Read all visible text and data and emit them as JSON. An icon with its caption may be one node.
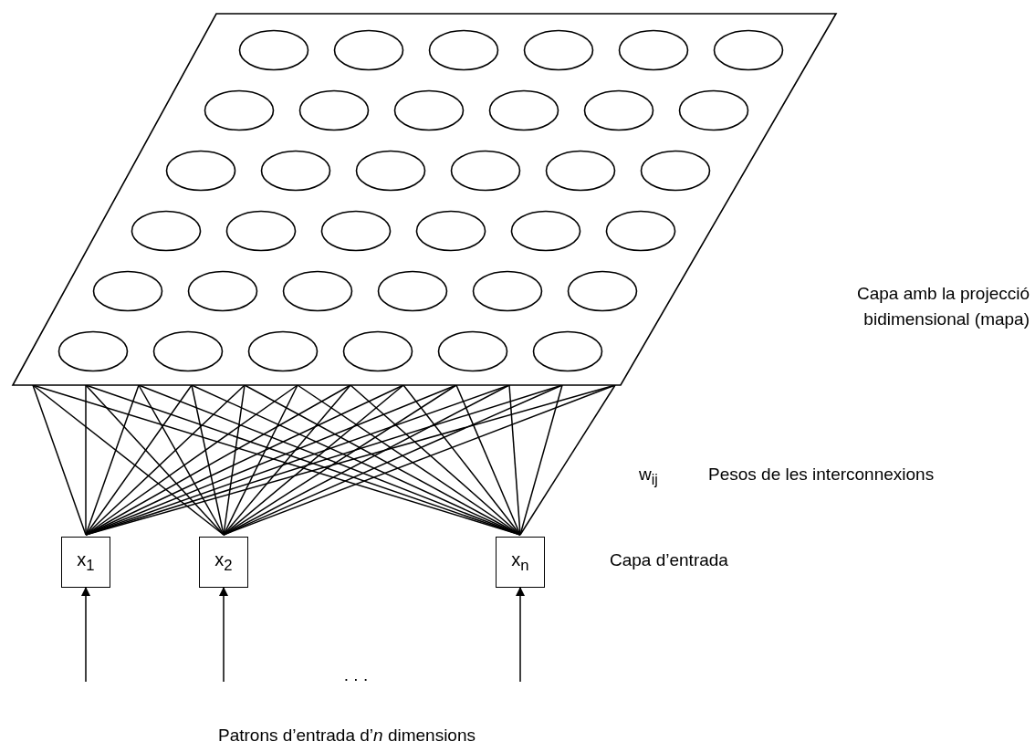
{
  "diagram": {
    "nodes": [
      {
        "text": [],
        "shape": "parallelogram"
      },
      {
        "text": [],
        "shape": "ellipse",
        "in": 0
      },
      {
        "text": [],
        "shape": "ellipse",
        "in": 0
      },
      {
        "text": [],
        "shape": "ellipse",
        "in": 0
      },
      {
        "text": [],
        "shape": "ellipse",
        "in": 0
      },
      {
        "text": [],
        "shape": "ellipse",
        "in": 0
      },
      {
        "text": [],
        "shape": "ellipse",
        "in": 0
      },
      {
        "text": [],
        "shape": "ellipse",
        "in": 0
      },
      {
        "text": [],
        "shape": "ellipse",
        "in": 0
      },
      {
        "text": [],
        "shape": "ellipse",
        "in": 0
      },
      {
        "text": [],
        "shape": "ellipse",
        "in": 0
      },
      {
        "text": [],
        "shape": "ellipse",
        "in": 0
      },
      {
        "text": [],
        "shape": "ellipse",
        "in": 0
      },
      {
        "text": [],
        "shape": "ellipse",
        "in": 0
      },
      {
        "text": [],
        "shape": "ellipse",
        "in": 0
      },
      {
        "text": [],
        "shape": "ellipse",
        "in": 0
      },
      {
        "text": [],
        "shape": "ellipse",
        "in": 0
      },
      {
        "text": [],
        "shape": "ellipse",
        "in": 0
      },
      {
        "text": [],
        "shape": "ellipse",
        "in": 0
      },
      {
        "text": [],
        "shape": "ellipse",
        "in": 0
      },
      {
        "text": [],
        "shape": "ellipse",
        "in": 0
      },
      {
        "text": [],
        "shape": "ellipse",
        "in": 0
      },
      {
        "text": [],
        "shape": "ellipse",
        "in": 0
      },
      {
        "text": [],
        "shape": "ellipse",
        "in": 0
      },
      {
        "text": [],
        "shape": "ellipse",
        "in": 0
      },
      {
        "text": [],
        "shape": "ellipse",
        "in": 0
      },
      {
        "text": [],
        "shape": "ellipse",
        "in": 0
      },
      {
        "text": [],
        "shape": "ellipse",
        "in": 0
      },
      {
        "text": [],
        "shape": "ellipse",
        "in": 0
      },
      {
        "text": [],
        "shape": "ellipse",
        "in": 0
      },
      {
        "text": [],
        "shape": "ellipse",
        "in": 0
      },
      {
        "text": [],
        "shape": "ellipse",
        "in": 0
      },
      {
        "text": [],
        "shape": "ellipse",
        "in": 0
      },
      {
        "text": [],
        "shape": "ellipse",
        "in": 0
      },
      {
        "text": [],
        "shape": "ellipse",
        "in": 0
      },
      {
        "text": [],
        "shape": "ellipse",
        "in": 0
      },
      {
        "text": [],
        "shape": "ellipse",
        "in": 0
      },
      {
        "text": [
          "x$_{1}$"
        ]
      },
      {
        "text": [
          "x$_{2}$"
        ]
      },
      {
        "text": [
          "x$_{n}$"
        ]
      }
    ],
    "edges": [
      {
        "from": null,
        "to": 37,
        "arrow": "to"
      },
      {
        "from": null,
        "to": 38,
        "arrow": "to"
      },
      {
        "from": null,
        "to": 39,
        "arrow": "to"
      },
      {
        "from": 37,
        "to": 0,
        "arrow": "none"
      },
      {
        "from": 37,
        "to": 0,
        "arrow": "none"
      },
      {
        "from": 37,
        "to": 0,
        "arrow": "none"
      },
      {
        "from": 37,
        "to": 0,
        "arrow": "none"
      },
      {
        "from": 37,
        "to": 0,
        "arrow": "none"
      },
      {
        "from": 37,
        "to": 0,
        "arrow": "none"
      },
      {
        "from": 37,
        "to": 0,
        "arrow": "none"
      },
      {
        "from": 37,
        "to": 0,
        "arrow": "none"
      },
      {
        "from": 37,
        "to": 0,
        "arrow": "none"
      },
      {
        "from": 37,
        "to": 0,
        "arrow": "none"
      },
      {
        "from": 37,
        "to": 0,
        "arrow": "none"
      },
      {
        "from": 37,
        "to": 0,
        "arrow": "none"
      },
      {
        "from": 38,
        "to": 0,
        "arrow": "none"
      },
      {
        "from": 38,
        "to": 0,
        "arrow": "none"
      },
      {
        "from": 38,
        "to": 0,
        "arrow": "none"
      },
      {
        "from": 38,
        "to": 0,
        "arrow": "none"
      },
      {
        "from": 38,
        "to": 0,
        "arrow": "none"
      },
      {
        "from": 38,
        "to": 0,
        "arrow": "none"
      },
      {
        "from": 38,
        "to": 0,
        "arrow": "none"
      },
      {
        "from": 38,
        "to": 0,
        "arrow": "none"
      },
      {
        "from": 38,
        "to": 0,
        "arrow": "none"
      },
      {
        "from": 38,
        "to": 0,
        "arrow": "none"
      },
      {
        "from": 38,
        "to": 0,
        "arrow": "none"
      },
      {
        "from": 38,
        "to": 0,
        "arrow": "none"
      },
      {
        "from": 39,
        "to": 0,
        "arrow": "none"
      },
      {
        "from": 39,
        "to": 0,
        "arrow": "none"
      },
      {
        "from": 39,
        "to": 0,
        "arrow": "none"
      },
      {
        "from": 39,
        "to": 0,
        "arrow": "none"
      },
      {
        "from": 39,
        "to": 0,
        "arrow": "none"
      },
      {
        "from": 39,
        "to": 0,
        "arrow": "none"
      },
      {
        "from": 39,
        "to": 0,
        "arrow": "none"
      },
      {
        "from": 39,
        "to": 0,
        "arrow": "none"
      },
      {
        "from": 39,
        "to": 0,
        "arrow": "none"
      },
      {
        "from": 39,
        "to": 0,
        "arrow": "none"
      },
      {
        "from": 39,
        "to": 0,
        "arrow": "none"
      },
      {
        "from": 39,
        "to": 0,
        "arrow": "none"
      }
    ],
    "labels": [
      "Capa amb la projecció bidimensional (mapa)",
      "w$_{ij}$",
      "Pesos de les interconnexions",
      "Capa d’entrada",
      ". . .",
      "Patrons d’entrada d’*n* dimensions"
    ]
  }
}
